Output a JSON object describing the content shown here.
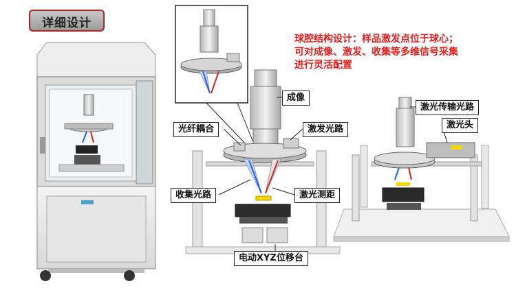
{
  "header": {
    "badge_label": "详细设计"
  },
  "description": "球腔结构设计：样品激发点位于球心；可对成像、激发、收集等多维信号采集进行灵活配置",
  "labels": {
    "imaging": "成像",
    "fiber_coupling": "光纤耦合",
    "excitation_path": "激发光路",
    "collection_path": "收集光路",
    "laser_ranging": "激光测距",
    "xyz_stage": "电动XYZ位移台",
    "laser_transmission_path": "激光传输光路",
    "laser_head": "激光头"
  },
  "colors": {
    "accent_red": "#e02020",
    "laser_blue": "#1a5cff",
    "laser_red": "#e02020",
    "sample_yellow": "#f5d800",
    "badge_border": "#b32a2a"
  }
}
